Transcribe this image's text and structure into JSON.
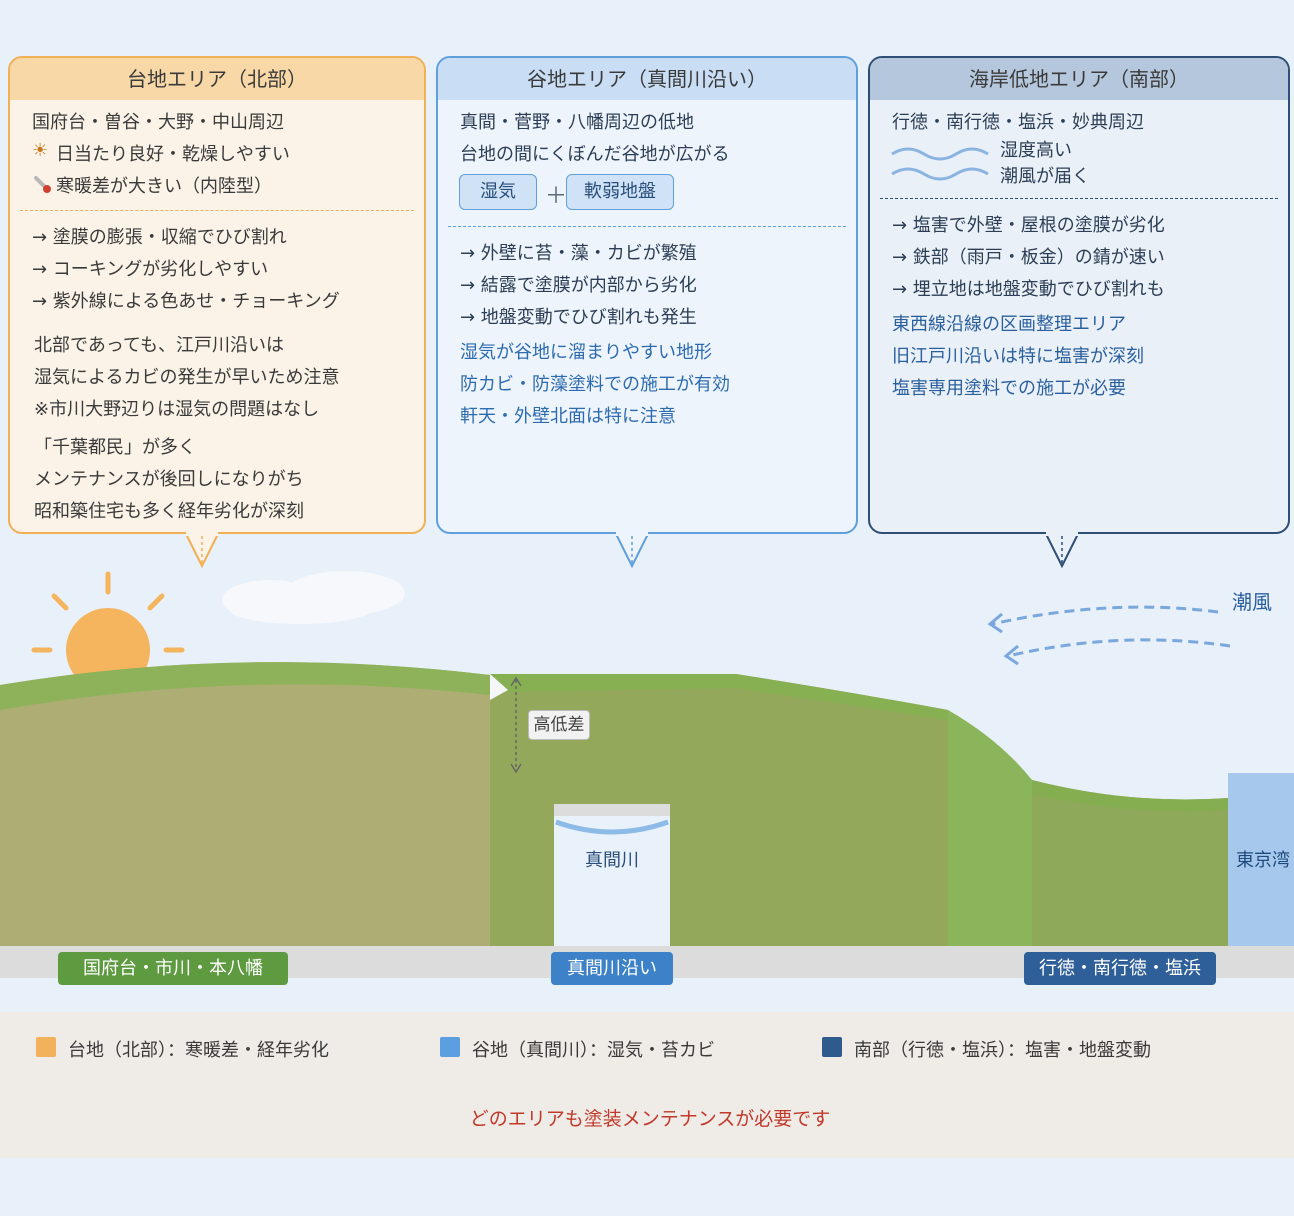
{
  "cards": {
    "north": {
      "title": "台地エリア（北部）",
      "lines": [
        "国府台・曽谷・大野・中山周辺",
        "日当たり良好・乾燥しやすい",
        "寒暖差が大きい（内陸型）"
      ],
      "issues": [
        "→ 塗膜の膨張・収縮でひび割れ",
        "→ コーキングが劣化しやすい",
        "→ 紫外線による色あせ・チョーキング"
      ],
      "notes": [
        "北部であっても、江戸川沿いは",
        "湿気によるカビの発生が早いため注意",
        "※市川大野辺りは湿気の問題はなし"
      ],
      "notes2": [
        "「千葉都民」が多く",
        "メンテナンスが後回しになりがち",
        "昭和築住宅も多く経年劣化が深刻"
      ]
    },
    "valley": {
      "title": "谷地エリア（真間川沿い）",
      "lines": [
        "真間・菅野・八幡周辺の低地",
        "台地の間にくぼんだ谷地が広がる"
      ],
      "tags": [
        "湿気",
        "＋",
        "軟弱地盤"
      ],
      "issues": [
        "→ 外壁に苔・藻・カビが繁殖",
        "→ 結露で塗膜が内部から劣化",
        "→ 地盤変動でひび割れも発生"
      ],
      "notes": [
        "湿気が谷地に溜まりやすい地形",
        "防カビ・防藻塗料での施工が有効",
        "軒天・外壁北面は特に注意"
      ]
    },
    "south": {
      "title": "海岸低地エリア（南部）",
      "lines": [
        "行徳・南行徳・塩浜・妙典周辺"
      ],
      "wave_text": [
        "湿度高い",
        "潮風が届く"
      ],
      "issues": [
        "→ 塩害で外壁・屋根の塗膜が劣化",
        "→ 鉄部（雨戸・板金）の錆が速い",
        "→ 埋立地は地盤変動でひび割れも"
      ],
      "notes": [
        "東西線沿線の区画整理エリア",
        "旧江戸川沿いは特に塩害が深刻",
        "塩害専用塗料での施工が必要"
      ]
    }
  },
  "landscape": {
    "height_diff": "高低差",
    "river": "真間川",
    "bay": "東京湾",
    "sea_wind": "潮風",
    "ground_labels": [
      "国府台・市川・本八幡",
      "真間川沿い",
      "行徳・南行徳・塩浜"
    ]
  },
  "legend": [
    {
      "label": "台地（北部）：寒暖差・経年劣化",
      "color": "#f2b25c"
    },
    {
      "label": "谷地（真間川）：湿気・苔カビ",
      "color": "#5b9fe0"
    },
    {
      "label": "南部（行徳・塩浜）：塩害・地盤変動",
      "color": "#2e5a8e"
    }
  ],
  "footer": "どのエリアも塗装メンテナンスが必要です",
  "icons": [
    "sun-icon",
    "thermometer-icon",
    "wave-icon"
  ],
  "colors": {
    "north": "#f0b055",
    "valley": "#5f9fdc",
    "south": "#2f4e74",
    "footer_text": "#c0392b"
  }
}
